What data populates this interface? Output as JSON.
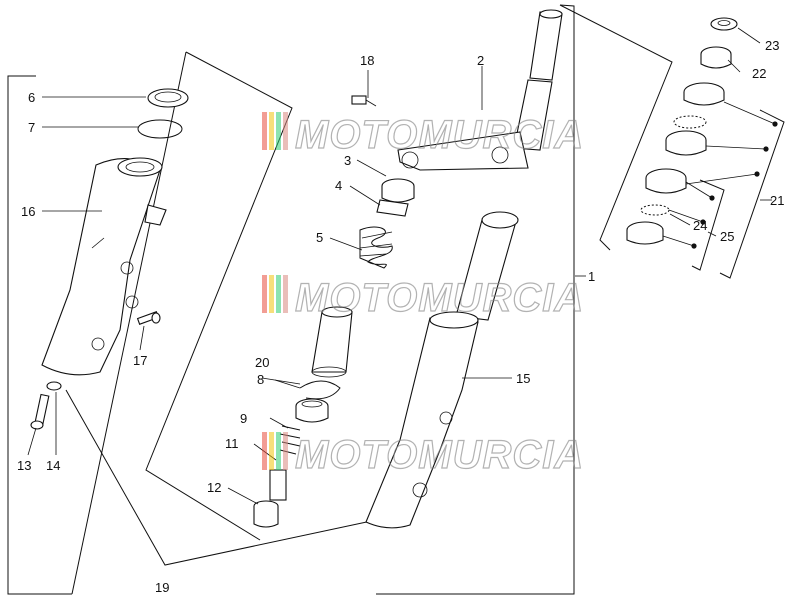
{
  "diagram": {
    "callouts": [
      {
        "id": "c1",
        "label": "1"
      },
      {
        "id": "c2",
        "label": "2"
      },
      {
        "id": "c3",
        "label": "3"
      },
      {
        "id": "c4",
        "label": "4"
      },
      {
        "id": "c5",
        "label": "5"
      },
      {
        "id": "c6",
        "label": "6"
      },
      {
        "id": "c7",
        "label": "7"
      },
      {
        "id": "c8",
        "label": "8"
      },
      {
        "id": "c9",
        "label": "9"
      },
      {
        "id": "c11",
        "label": "11"
      },
      {
        "id": "c12",
        "label": "12"
      },
      {
        "id": "c13",
        "label": "13"
      },
      {
        "id": "c14",
        "label": "14"
      },
      {
        "id": "c15",
        "label": "15"
      },
      {
        "id": "c16",
        "label": "16"
      },
      {
        "id": "c17",
        "label": "17"
      },
      {
        "id": "c18",
        "label": "18"
      },
      {
        "id": "c19",
        "label": "19"
      },
      {
        "id": "c20",
        "label": "20"
      },
      {
        "id": "c21",
        "label": "21"
      },
      {
        "id": "c22",
        "label": "22"
      },
      {
        "id": "c23",
        "label": "23"
      },
      {
        "id": "c24",
        "label": "24"
      },
      {
        "id": "c25",
        "label": "25"
      }
    ],
    "watermark": "MOTOMURCIA",
    "colors": {
      "line": "#111111",
      "background": "#ffffff",
      "watermark_outline": "#8a8a8a",
      "watermark_bars": [
        "#e74c3c",
        "#f1c40f",
        "#2ecc71",
        "#d98880"
      ]
    }
  }
}
